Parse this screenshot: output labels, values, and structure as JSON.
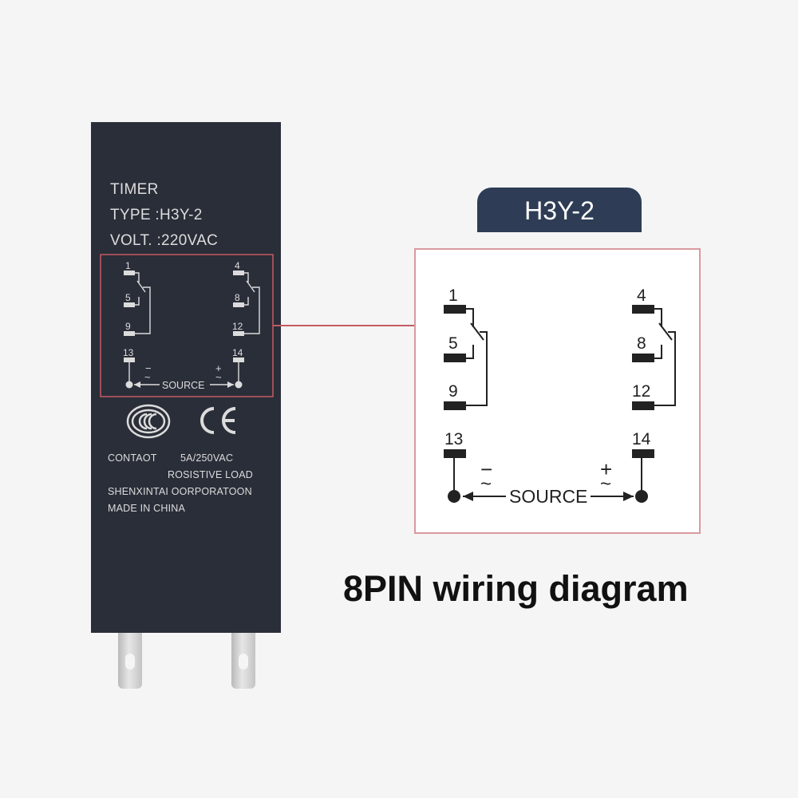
{
  "relay": {
    "line1": "TIMER",
    "line2": "TYPE :H3Y-2",
    "line3": "VOLT. :220VAC",
    "contact_label": "CONTAOT",
    "contact_rating": "5A/250VAC",
    "load_label": "ROSISTIVE   LOAD",
    "maker": "SHENXINTAI   OORPORATOON",
    "origin": "MADE IN CHINA",
    "ccc_mark": "CCC",
    "ce_mark": "CE"
  },
  "badge": {
    "title": "H3Y-2"
  },
  "pins": {
    "p1": "1",
    "p5": "5",
    "p9": "9",
    "p13": "13",
    "p4": "4",
    "p8": "8",
    "p12": "12",
    "p14": "14"
  },
  "source": {
    "label": "SOURCE",
    "minus": "−",
    "plus": "+",
    "ac": "~"
  },
  "caption": "8PIN wiring diagram",
  "colors": {
    "relay_body": "#2a2e39",
    "badge": "#2e3d55",
    "highlight_box": "#c45a63",
    "diagram_border": "#d99a9f"
  }
}
